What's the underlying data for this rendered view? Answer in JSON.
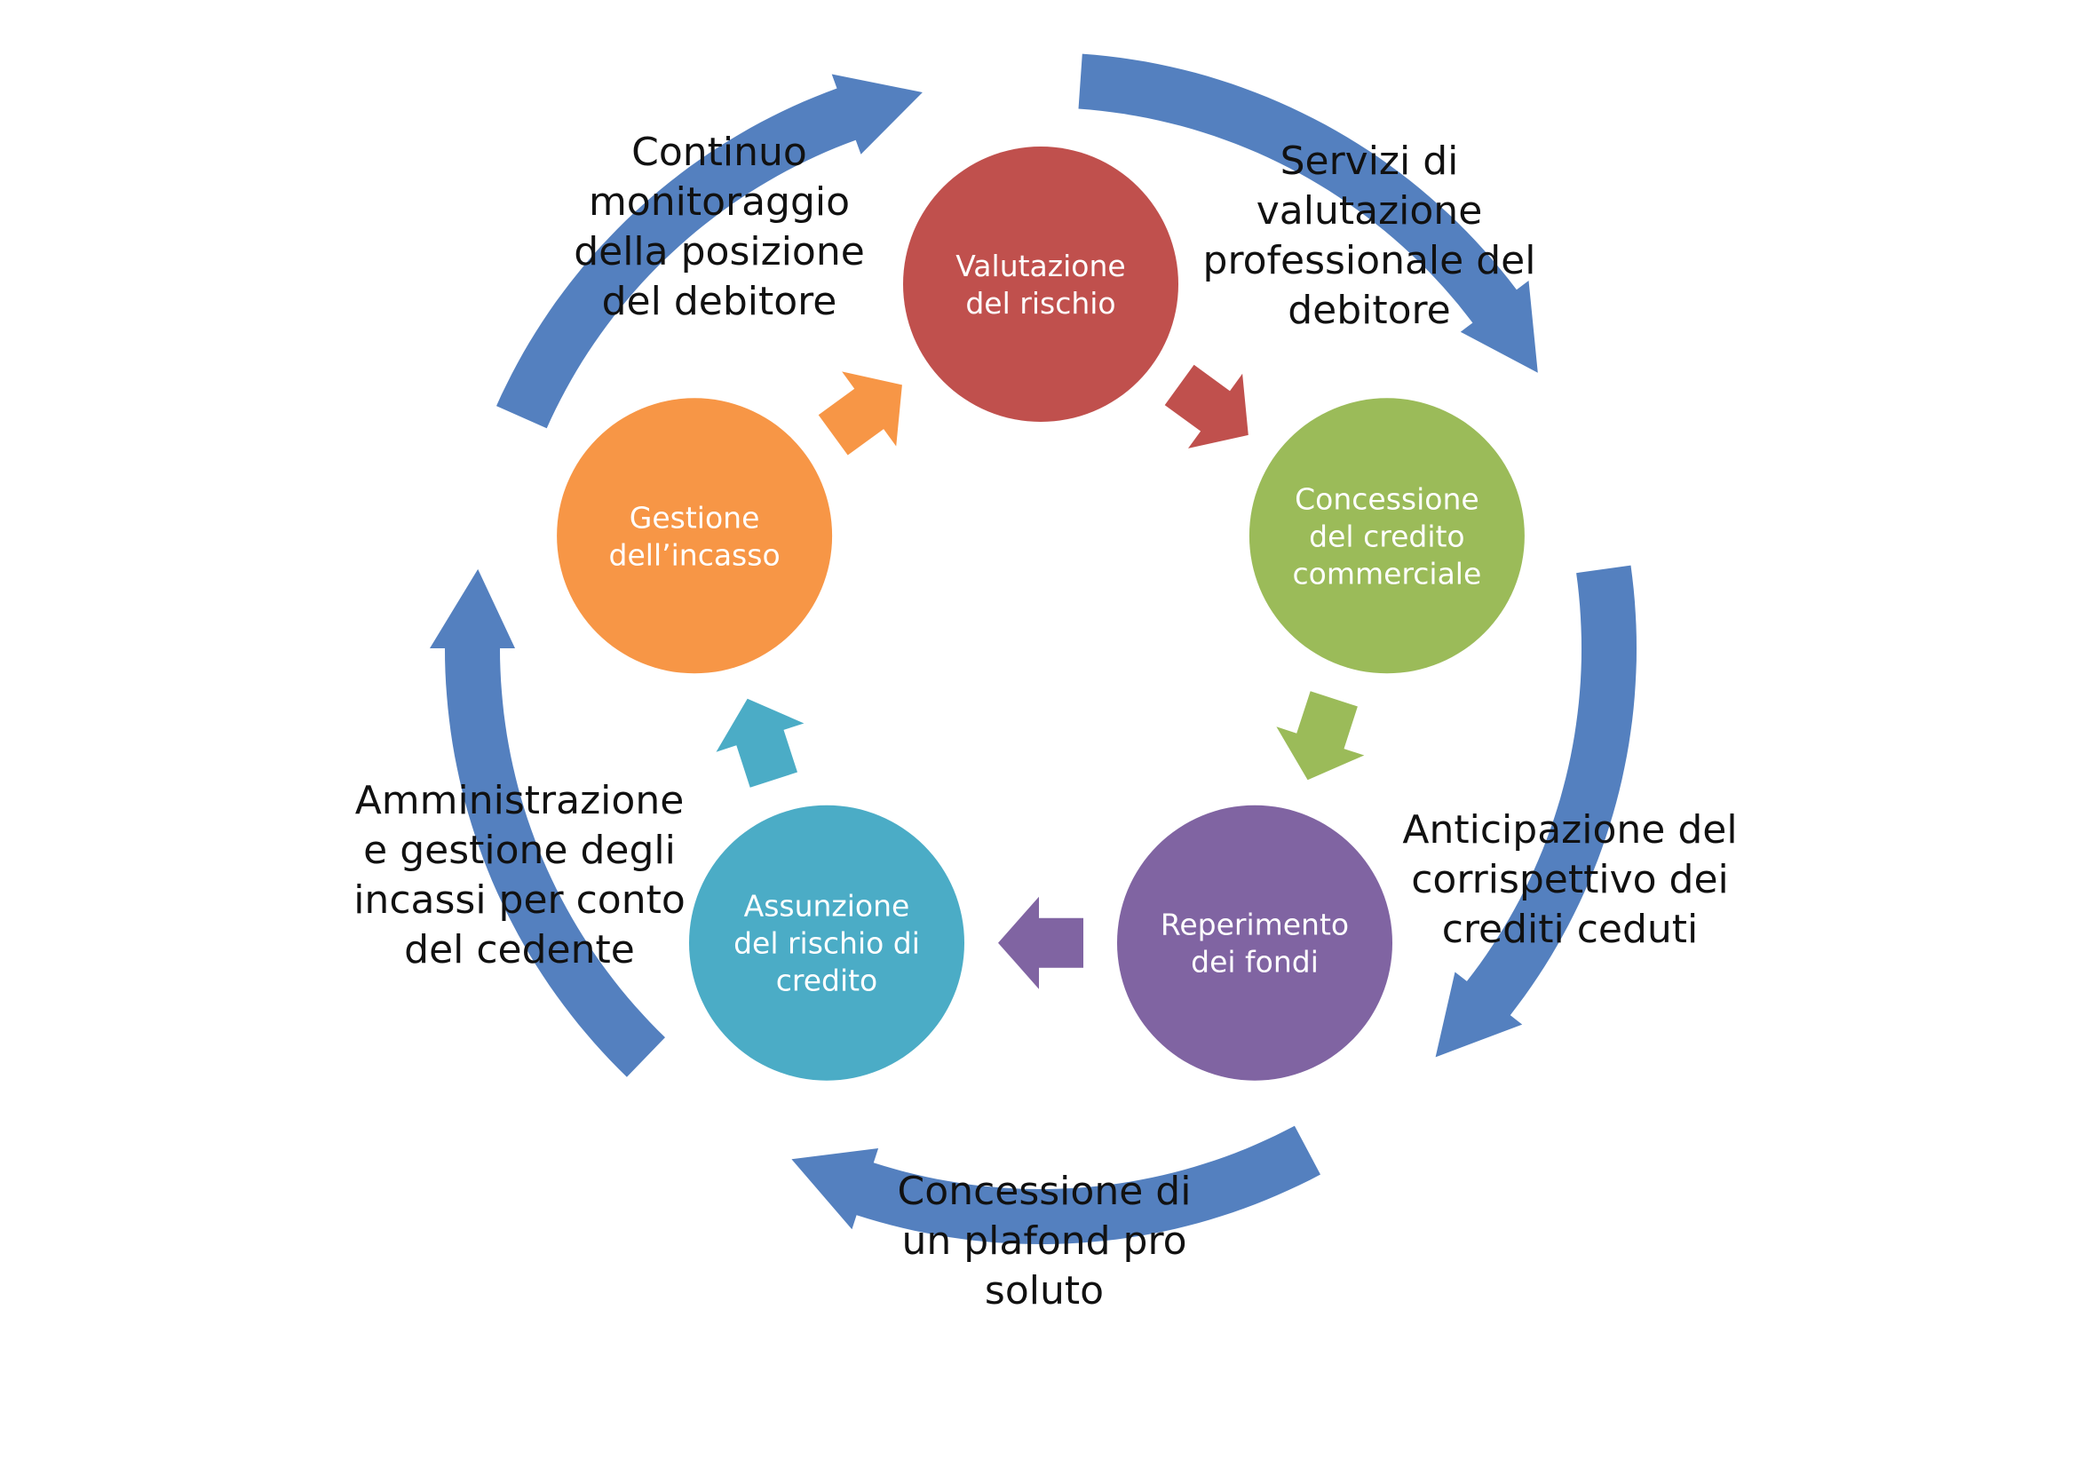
{
  "colors": {
    "outer_arrow": "#5480bf",
    "background": "#ffffff",
    "node_text": "#ffffff",
    "outer_text": "#111111"
  },
  "nodes": [
    {
      "id": "valutazione",
      "lines": [
        "Valutazione",
        "del rischio"
      ],
      "color": "#c0504d"
    },
    {
      "id": "concessione-credito",
      "lines": [
        "Concessione",
        "del credito",
        "commerciale"
      ],
      "color": "#9bbb59"
    },
    {
      "id": "reperimento",
      "lines": [
        "Reperimento",
        "dei fondi"
      ],
      "color": "#8064a2"
    },
    {
      "id": "assunzione",
      "lines": [
        "Assunzione",
        "del rischio di",
        "credito"
      ],
      "color": "#4bacc6"
    },
    {
      "id": "gestione",
      "lines": [
        "Gestione",
        "dell’incasso"
      ],
      "color": "#f79646"
    }
  ],
  "outer_labels": [
    {
      "id": "servizi",
      "lines": [
        "Servizi di",
        "valutazione",
        "professionale del",
        "debitore"
      ]
    },
    {
      "id": "anticipazione",
      "lines": [
        "Anticipazione del",
        "corrispettivo dei",
        "crediti ceduti"
      ]
    },
    {
      "id": "plafond",
      "lines": [
        "Concessione di",
        "un plafond pro",
        "soluto"
      ]
    },
    {
      "id": "amministrazione",
      "lines": [
        "Amministrazione",
        "e gestione degli",
        "incassi per conto",
        "del cedente"
      ]
    },
    {
      "id": "monitoraggio",
      "lines": [
        "Continuo",
        "monitoraggio",
        "della posizione",
        "del debitore"
      ]
    }
  ]
}
